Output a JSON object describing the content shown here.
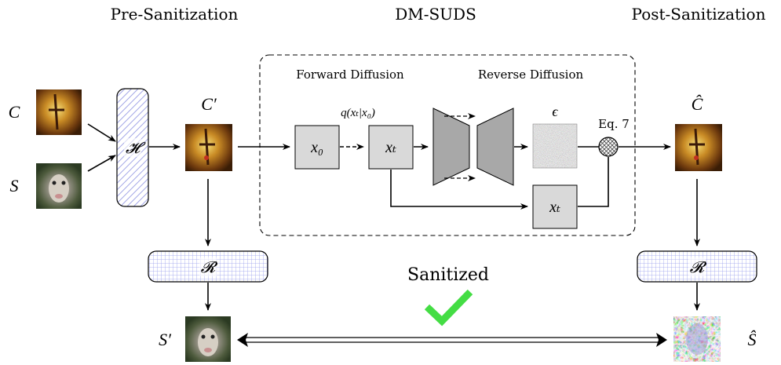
{
  "headings": {
    "pre": "Pre-Sanitization",
    "mid": "DM-SUDS",
    "post": "Post-Sanitization"
  },
  "inputs": {
    "cover_label": "C",
    "secret_label": "S",
    "cover_prime_label": "C′",
    "hiding_network_label": "𝓗",
    "reveal_network_label": "𝓡"
  },
  "dm_suds": {
    "forward_label": "Forward Diffusion",
    "reverse_label": "Reverse Diffusion",
    "q_label": "q(xₜ|x₀)",
    "x0_label": "x₀",
    "xt_label": "xₜ",
    "xt_skip_label": "xₜ",
    "epsilon_label": "ϵ",
    "eq_label": "Eq. 7"
  },
  "outputs": {
    "c_hat_label": "Ĉ",
    "reveal_network_label": "𝓡",
    "s_prime_label": "S′",
    "s_hat_label": "Ŝ",
    "sanitized_label": "Sanitized"
  },
  "colors": {
    "box_fill": "#d9d9d9",
    "hatch": "#8a8fe0",
    "grid": "#9aa0ee",
    "check": "#44dd44",
    "unet_fill": "#a8a8a8"
  },
  "icons": {
    "check": "check-icon",
    "combine": "crossed-circle-icon"
  }
}
